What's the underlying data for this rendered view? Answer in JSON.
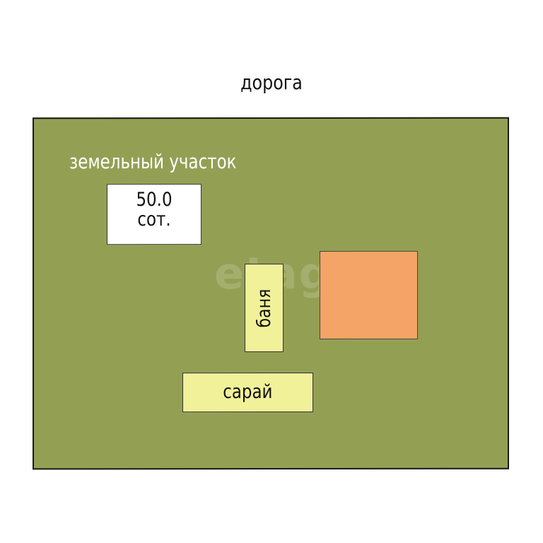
{
  "road": {
    "label": "дорога"
  },
  "plot": {
    "label": "земельный участок",
    "area_value": "50.0",
    "area_unit": "сот."
  },
  "buildings": {
    "banya": {
      "label": "баня"
    },
    "saray": {
      "label": "сарай"
    },
    "house": {
      "label": ""
    }
  },
  "watermark": {
    "text": "etagi"
  },
  "colors": {
    "plot_fill": "#93a054",
    "outbuilding_fill": "#f1f19a",
    "house_fill": "#f4a466",
    "area_box_fill": "#ffffff"
  }
}
